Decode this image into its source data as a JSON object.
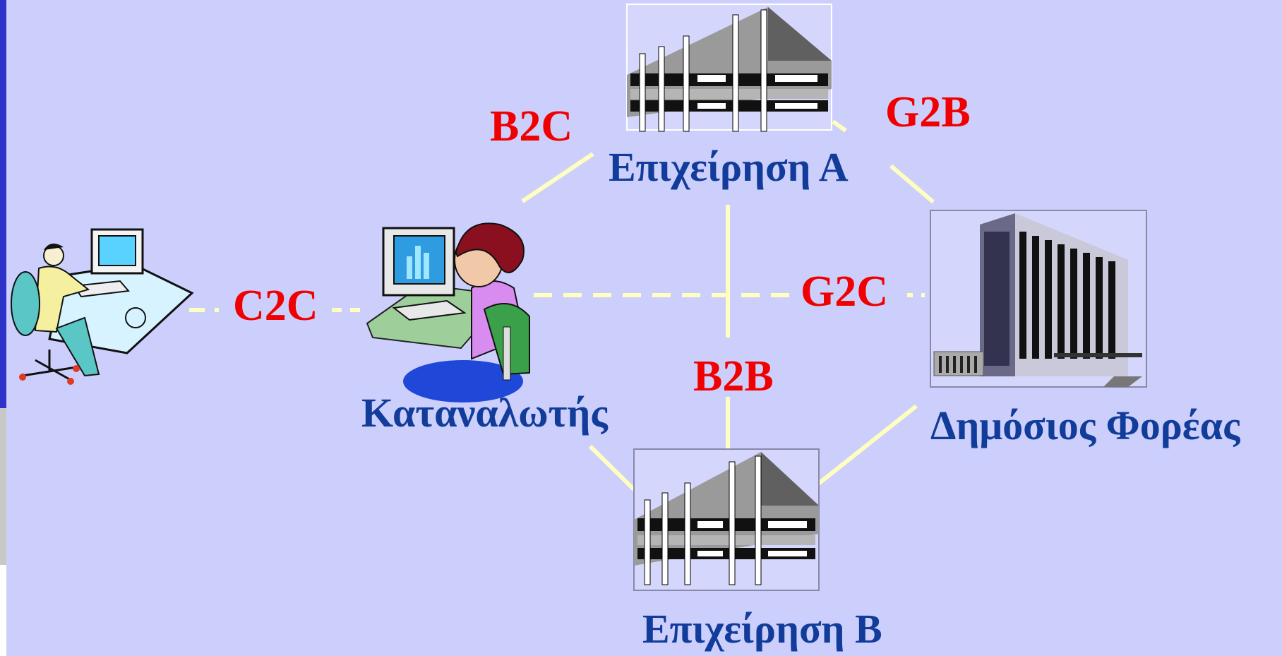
{
  "nodes": {
    "business_a": "Επιχείρηση Α",
    "business_b": "Επιχείρηση Β",
    "consumer": "Καταναλωτής",
    "government": "Δημόσιος Φορέας"
  },
  "relations": {
    "b2c": "B2C",
    "g2b": "G2B",
    "c2c": "C2C",
    "g2c": "G2C",
    "b2b": "B2B"
  },
  "colors": {
    "background": "#cccffc",
    "node_text": "#123c9a",
    "relation_text": "#f00000",
    "connector": "#ffffc0"
  }
}
